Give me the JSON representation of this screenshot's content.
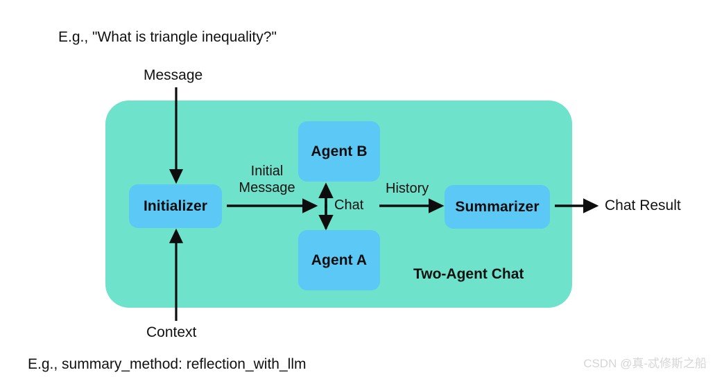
{
  "diagram": {
    "title": "Two-Agent Chat",
    "colors": {
      "panel_fill": "#6ee2ca",
      "node_fill": "#5bc8f5",
      "arrow": "#0d0d0d",
      "text": "#111111",
      "background": "#ffffff",
      "watermark": "#d6d6d6"
    },
    "notes": {
      "top": "E.g., \"What is triangle inequality?\"",
      "bottom": "E.g., summary_method: reflection_with_llm"
    },
    "ports": {
      "message": "Message",
      "context": "Context",
      "result": "Chat Result"
    },
    "nodes": {
      "initializer": "Initializer",
      "agent_b": "Agent B",
      "agent_a": "Agent A",
      "summarizer": "Summarizer"
    },
    "edges": {
      "initial_message_line1": "Initial",
      "initial_message_line2": "Message",
      "chat": "Chat",
      "history": "History"
    },
    "panel_label": "Two-Agent Chat",
    "watermark": "CSDN @真-忒修斯之船"
  }
}
